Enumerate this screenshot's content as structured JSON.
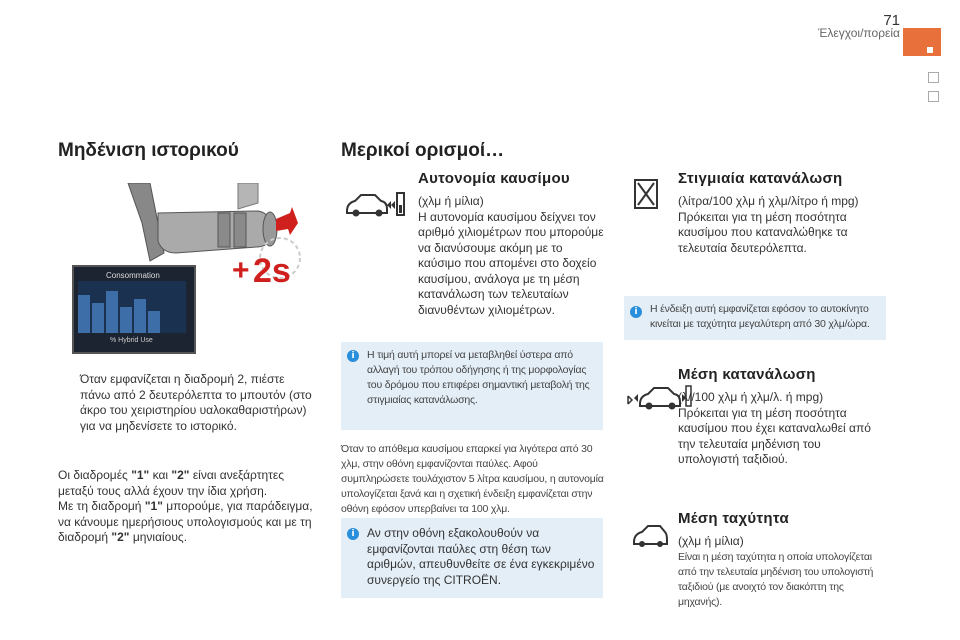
{
  "header": {
    "page_number": "71",
    "section": "Έλεγχοι/πορεία"
  },
  "left": {
    "title": "Μηδένιση ιστορικού",
    "screen_title": "Consommation",
    "screen_footer": "% Hybrid Use",
    "hold_label": "2s",
    "bullet": "",
    "bullet_text": "Όταν εμφανίζεται η διαδρομή 2, πιέστε πάνω από 2 δευτερόλεπτα το μπουτόν (στο άκρο του χειριστηρίου υαλοκαθαριστήρων) για να μηδενίσετε το ιστορικό.",
    "para_1": "Οι διαδρομές",
    "trip_1": "\"1\"",
    "and": "και",
    "trip_2": "\"2\"",
    "para_2": "είναι ανεξάρτητες μεταξύ τους αλλά έχουν την ίδια χρήση.",
    "para_3": "Με τη διαδρομή",
    "para_4": "μπορούμε, για παράδειγμα, να κάνουμε ημερήσιους υπολογισμούς και με τη διαδρομή",
    "para_5": "μηνιαίους."
  },
  "middle": {
    "title": "Μερικοί ορισμοί…",
    "autonomy_title": "Αυτονομία καυσίμου",
    "autonomy_text": "(χλμ ή μίλια)\nΗ αυτονομία καυσίμου δείχνει τον αριθμό χιλιομέτρων που μπορούμε να διανύσουμε ακόμη με το καύσιμο που απομένει στο δοχείο καυσίμου, ανάλογα με τη μέση κατανάλωση των τελευταίων διανυθέντων χιλιομέτρων.",
    "note_1": "Η τιμή αυτή μπορεί να μεταβληθεί ύστερα από αλλαγή του τρόπου οδήγησης ή της μορφολογίας του δρόμου που επιφέρει σημαντική μεταβολή της στιγμιαίας κατανάλωσης.",
    "low_fuel_text": "Όταν το απόθεμα καυσίμου επαρκεί για λιγότερα από 30 χλμ, στην οθόνη εμφανίζονται παύλες. Αφού συμπληρώσετε τουλάχιστον 5 λίτρα καυσίμου, η αυτονομία υπολογίζεται ξανά και η σχετική ένδειξη εμφανίζεται στην οθόνη εφόσον υπερβαίνει τα 100 χλμ.",
    "note_2": "Αν στην οθόνη εξακολουθούν να εμφανίζονται παύλες στη θέση των αριθμών, απευθυνθείτε σε ένα εγκεκριμένο συνεργείο της CITROËN."
  },
  "right": {
    "instant_title": "Στιγμιαία κατανάλωση",
    "instant_text": "(λίτρα/100 χλμ ή χλμ/λίτρο ή mpg)\nΠρόκειται για τη μέση ποσότητα καυσίμου που καταναλώθηκε τα τελευταία δευτερόλεπτα.",
    "note_3": "Η ένδειξη αυτή εμφανίζεται εφόσον το αυτοκίνητο κινείται με ταχύτητα μεγαλύτερη από 30 χλμ/ώρα.",
    "avg_cons_title": "Μέση κατανάλωση",
    "avg_cons_text": "(λ//100 χλμ ή χλμ/λ. ή mpg)\nΠρόκειται για τη μέση ποσότητα καυσίμου που έχει καταναλωθεί από την τελευταία μηδένιση του υπολογιστή ταξιδιού.",
    "avg_speed_title": "Μέση ταχύτητα",
    "avg_speed_unit": "(χλμ ή μίλια)",
    "avg_speed_text": "Είναι η μέση ταχύτητα η οποία υπολογίζεται από την τελευταία μηδένιση του υπολογιστή ταξιδιού (με ανοιχτό τον διακόπτη της μηχανής)."
  },
  "colors": {
    "accent": "#e8703a",
    "note_bg": "#e4eef7",
    "info": "#2a8fdb",
    "arrow": "#d0201e"
  }
}
